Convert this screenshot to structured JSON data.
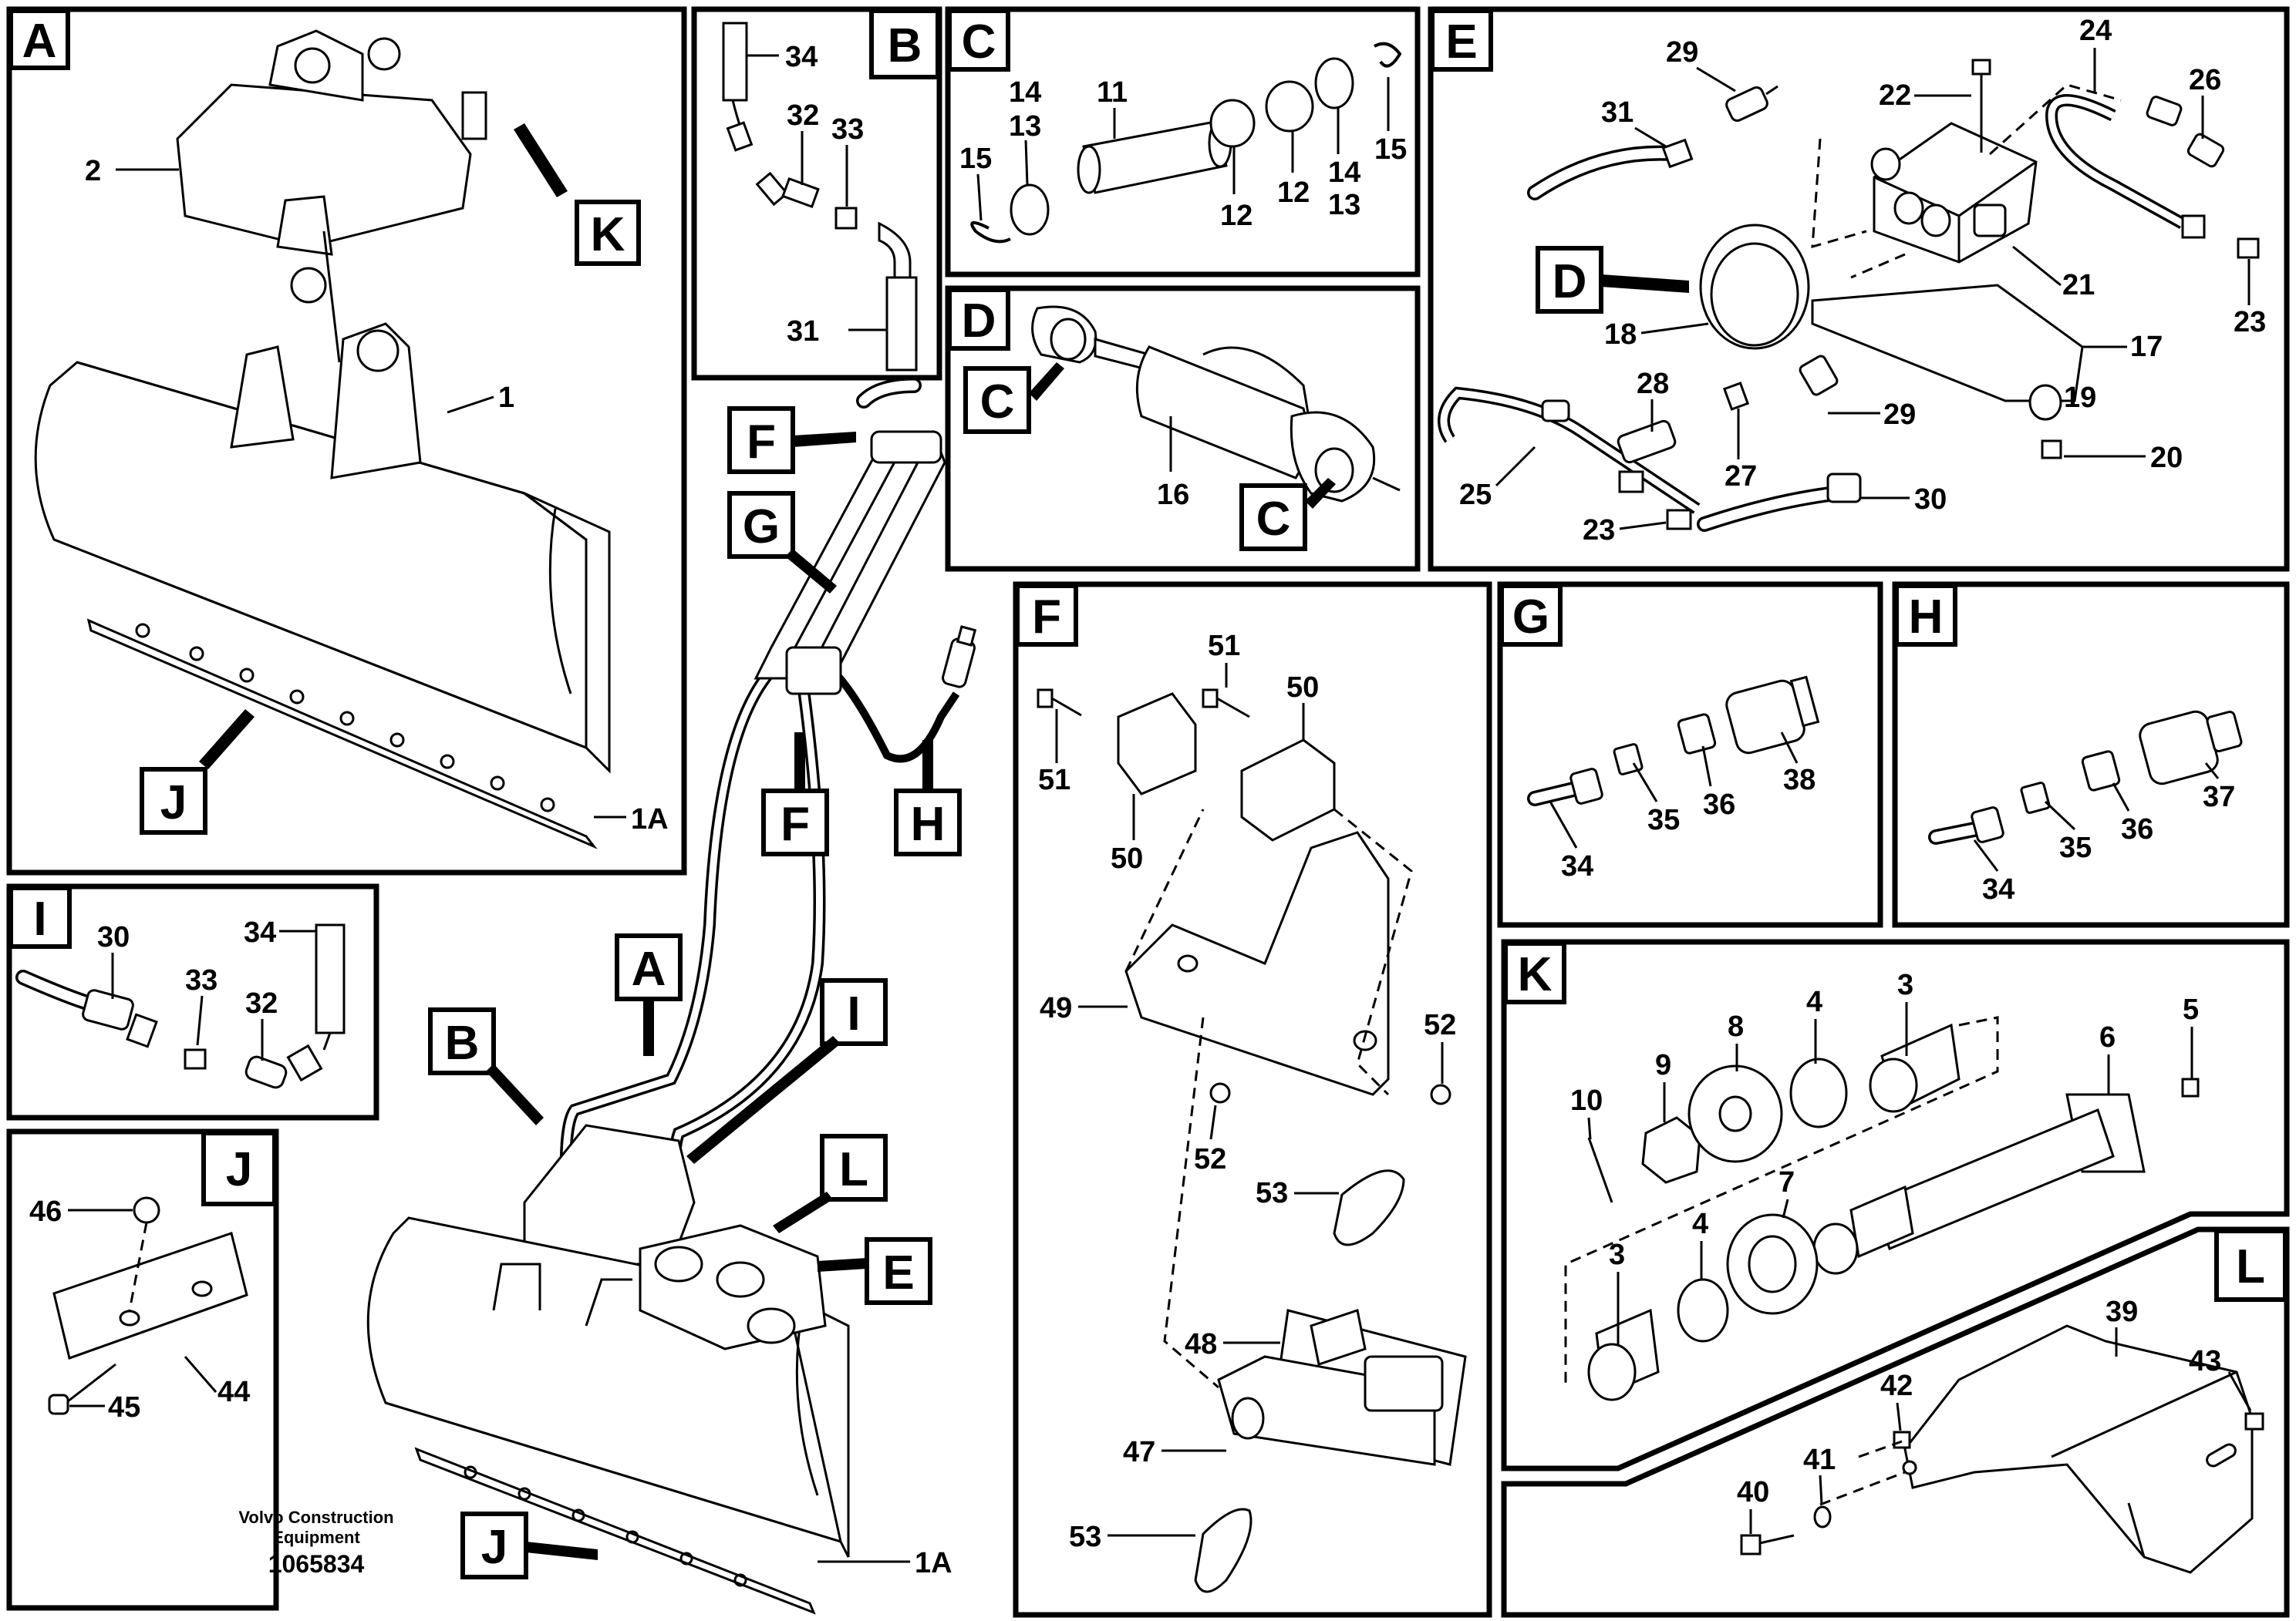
{
  "footer": {
    "brand_line1": "Volvo Construction",
    "brand_line2": "Equipment",
    "drawing_number": "1065834"
  },
  "section_tags": {
    "A": "A",
    "B": "B",
    "C": "C",
    "D": "D",
    "E": "E",
    "F": "F",
    "G": "G",
    "H": "H",
    "I": "I",
    "J": "J",
    "K": "K",
    "L": "L"
  },
  "callouts": {
    "A": {
      "k": "K",
      "j": "J",
      "p2": "2",
      "p1": "1",
      "p1A": "1A"
    },
    "B": {
      "p34": "34",
      "p32": "32",
      "p33": "33",
      "p31": "31"
    },
    "C": {
      "p11": "11",
      "p14a": "14",
      "p13a": "13",
      "p15a": "15",
      "p12a": "12",
      "p12b": "12",
      "p14b": "14",
      "p13b": "13",
      "p15b": "15"
    },
    "D": {
      "c1": "C",
      "c2": "C",
      "p16": "16"
    },
    "E": {
      "p29a": "29",
      "p31": "31",
      "p22": "22",
      "p24": "24",
      "p26": "26",
      "p21": "21",
      "p23a": "23",
      "d": "D",
      "p18": "18",
      "p17": "17",
      "p28": "28",
      "p29b": "29",
      "p19": "19",
      "p25": "25",
      "p27": "27",
      "p20": "20",
      "p23b": "23",
      "p30": "30"
    },
    "overview": {
      "f1": "F",
      "g": "G",
      "f2": "F",
      "h": "H",
      "b": "B",
      "a": "A",
      "i": "I",
      "l": "L",
      "e": "E",
      "j": "J",
      "p1A": "1A"
    },
    "F": {
      "p51a": "51",
      "p50a": "50",
      "p51b": "51",
      "p50b": "50",
      "p49": "49",
      "p52a": "52",
      "p52b": "52",
      "p53a": "53",
      "p48": "48",
      "p47": "47",
      "p53b": "53"
    },
    "G": {
      "p38": "38",
      "p35": "35",
      "p36": "36",
      "p34": "34"
    },
    "H": {
      "p37": "37",
      "p35": "35",
      "p36": "36",
      "p34": "34"
    },
    "I": {
      "p30": "30",
      "p34": "34",
      "p33": "33",
      "p32": "32"
    },
    "J": {
      "p46": "46",
      "p45": "45",
      "p44": "44"
    },
    "K": {
      "p3a": "3",
      "p4a": "4",
      "p8": "8",
      "p9": "9",
      "p10": "10",
      "p5": "5",
      "p6": "6",
      "p3b": "3",
      "p4b": "4",
      "p7": "7"
    },
    "L": {
      "p39": "39",
      "p42": "42",
      "p43": "43",
      "p41": "41",
      "p40": "40"
    }
  }
}
